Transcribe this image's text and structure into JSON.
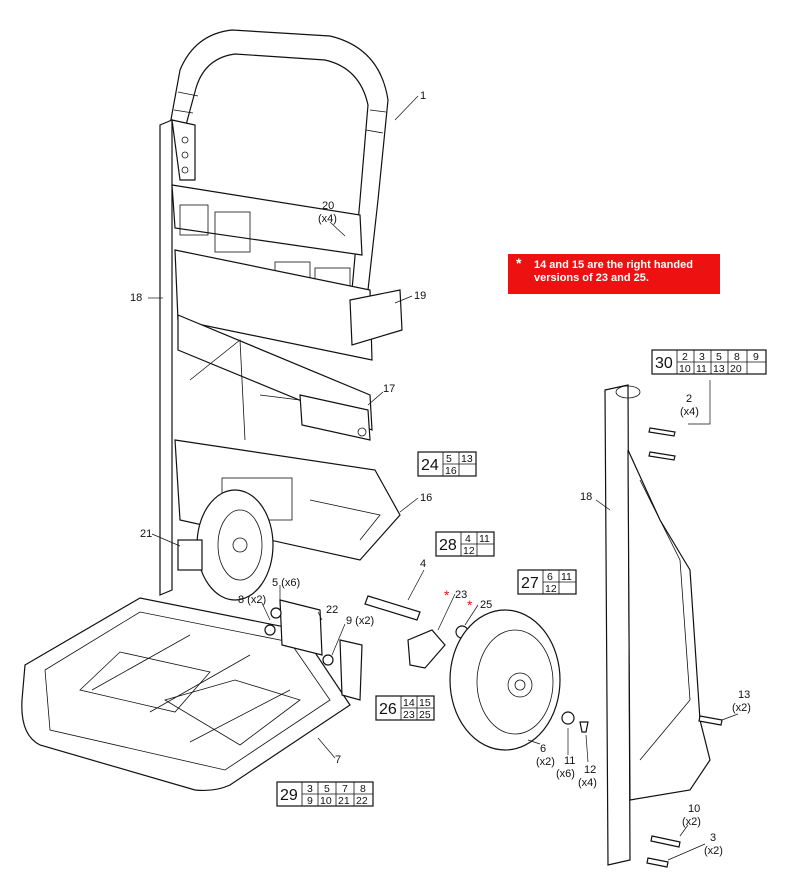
{
  "note": {
    "star": "*",
    "line1": "14 and 15 are the right handed",
    "line2": "versions of 23 and 25."
  },
  "callouts": {
    "c1": "1",
    "c2": "2",
    "c2q": "(x4)",
    "c3": "3",
    "c3q": "(x2)",
    "c4": "4",
    "c5": "5 (x6)",
    "c6": "6",
    "c6q": "(x2)",
    "c7": "7",
    "c8": "8 (x2)",
    "c9": "9 (x2)",
    "c10": "10",
    "c10q": "(x2)",
    "c11": "11",
    "c11q": "(x6)",
    "c12": "12",
    "c12q": "(x4)",
    "c13": "13",
    "c13q": "(x2)",
    "c16": "16",
    "c17": "17",
    "c18a": "18",
    "c18b": "18",
    "c19": "19",
    "c20": "20",
    "c20q": "(x4)",
    "c21": "21",
    "c22": "22",
    "c23": "23",
    "c25": "25",
    "star": "*"
  },
  "kits": {
    "k24": {
      "num": "24",
      "top": [
        "5",
        "13"
      ],
      "bottom": [
        "16",
        ""
      ]
    },
    "k28": {
      "num": "28",
      "top": [
        "4",
        "11"
      ],
      "bottom": [
        "12",
        ""
      ]
    },
    "k27": {
      "num": "27",
      "top": [
        "6",
        "11"
      ],
      "bottom": [
        "12",
        ""
      ]
    },
    "k26": {
      "num": "26",
      "top": [
        "14",
        "15"
      ],
      "bottom": [
        "23",
        "25"
      ]
    },
    "k30": {
      "num": "30",
      "top": [
        "2",
        "3",
        "5",
        "8",
        "9"
      ],
      "bottom": [
        "10",
        "11",
        "13",
        "20",
        ""
      ]
    },
    "k29": {
      "num": "29",
      "top": [
        "3",
        "5",
        "7",
        "8"
      ],
      "bottom": [
        "9",
        "10",
        "21",
        "22"
      ]
    }
  },
  "colors": {
    "note_bg": "#ee1111",
    "note_text": "#ffffff",
    "line": "#111111",
    "star": "#ee1111"
  }
}
